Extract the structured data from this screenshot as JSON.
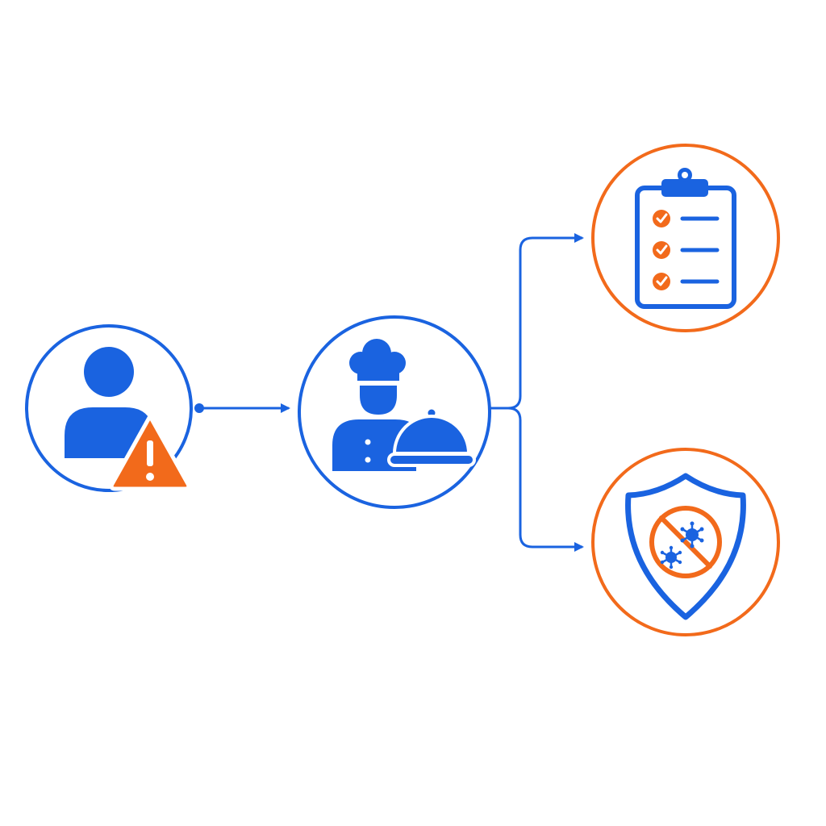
{
  "colors": {
    "background": "#ffffff",
    "primary": "#1a63e0",
    "accent": "#f26a1b"
  },
  "nodes": [
    {
      "id": "person-at-risk",
      "icon": "user-warning-icon",
      "ring_color": "primary"
    },
    {
      "id": "chef-serving",
      "icon": "chef-cloche-icon",
      "ring_color": "primary"
    },
    {
      "id": "checklist",
      "icon": "clipboard-checklist-icon",
      "ring_color": "accent"
    },
    {
      "id": "germ-protection",
      "icon": "shield-no-germs-icon",
      "ring_color": "accent"
    }
  ],
  "edges": [
    {
      "from": "person-at-risk",
      "to": "chef-serving"
    },
    {
      "from": "chef-serving",
      "to": "checklist"
    },
    {
      "from": "chef-serving",
      "to": "germ-protection"
    }
  ]
}
